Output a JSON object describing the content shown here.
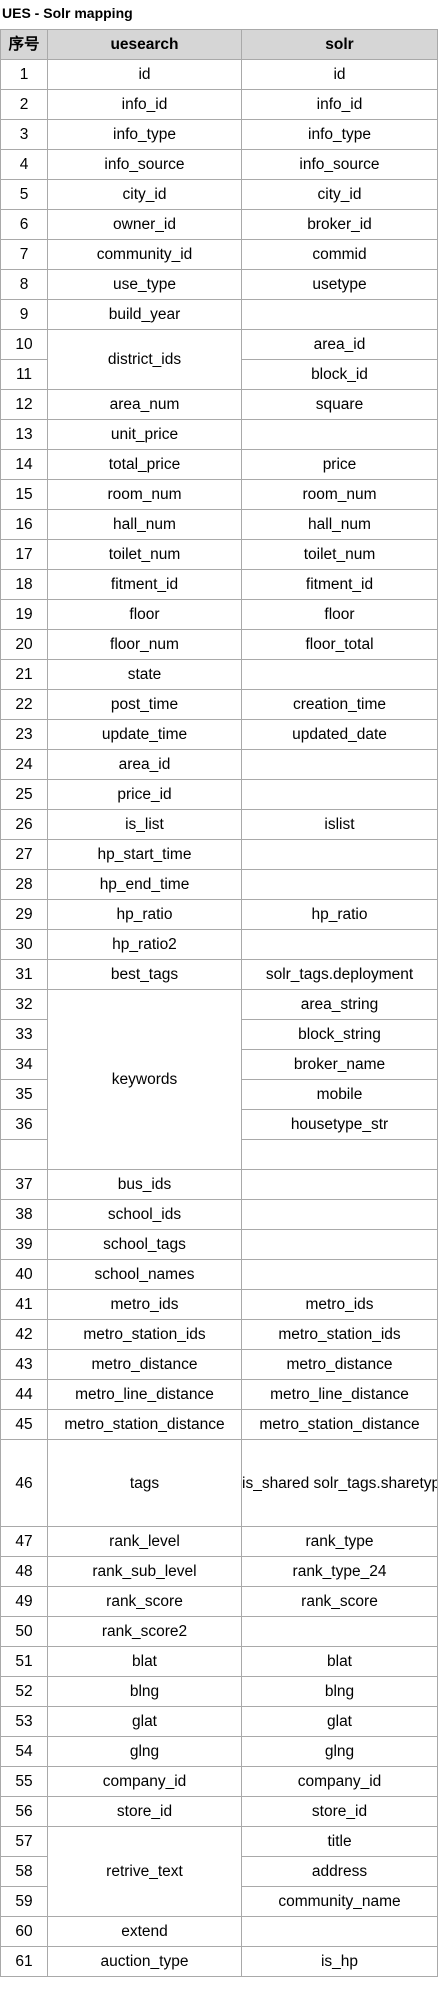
{
  "title": "UES - Solr mapping",
  "headers": [
    "序号",
    "uesearch",
    "solr"
  ],
  "rows": [
    {
      "no": "1",
      "ues": "id",
      "solr": "id"
    },
    {
      "no": "2",
      "ues": "info_id",
      "solr": "info_id"
    },
    {
      "no": "3",
      "ues": "info_type",
      "solr": "info_type"
    },
    {
      "no": "4",
      "ues": "info_source",
      "solr": "info_source"
    },
    {
      "no": "5",
      "ues": "city_id",
      "solr": "city_id"
    },
    {
      "no": "6",
      "ues": "owner_id",
      "solr": "broker_id"
    },
    {
      "no": "7",
      "ues": "community_id",
      "solr": "commid"
    },
    {
      "no": "8",
      "ues": "use_type",
      "solr": "usetype"
    },
    {
      "no": "9",
      "ues": "build_year",
      "solr": ""
    },
    {
      "no": "10",
      "ues": "district_ids",
      "uesRowspan": 2,
      "solr": "area_id"
    },
    {
      "no": "11",
      "solr": "block_id"
    },
    {
      "no": "12",
      "ues": "area_num",
      "solr": "square"
    },
    {
      "no": "13",
      "ues": "unit_price",
      "solr": ""
    },
    {
      "no": "14",
      "ues": "total_price",
      "solr": "price"
    },
    {
      "no": "15",
      "ues": "room_num",
      "solr": "room_num"
    },
    {
      "no": "16",
      "ues": "hall_num",
      "solr": "hall_num"
    },
    {
      "no": "17",
      "ues": "toilet_num",
      "solr": "toilet_num"
    },
    {
      "no": "18",
      "ues": "fitment_id",
      "solr": "fitment_id"
    },
    {
      "no": "19",
      "ues": "floor",
      "solr": "floor"
    },
    {
      "no": "20",
      "ues": "floor_num",
      "solr": "floor_total"
    },
    {
      "no": "21",
      "ues": "state",
      "solr": ""
    },
    {
      "no": "22",
      "ues": "post_time",
      "solr": "creation_time"
    },
    {
      "no": "23",
      "ues": "update_time",
      "solr": "updated_date"
    },
    {
      "no": "24",
      "ues": "area_id",
      "solr": ""
    },
    {
      "no": "25",
      "ues": "price_id",
      "solr": ""
    },
    {
      "no": "26",
      "ues": "is_list",
      "solr": "islist"
    },
    {
      "no": "27",
      "ues": "hp_start_time",
      "solr": ""
    },
    {
      "no": "28",
      "ues": "hp_end_time",
      "solr": ""
    },
    {
      "no": "29",
      "ues": "hp_ratio",
      "solr": "hp_ratio"
    },
    {
      "no": "30",
      "ues": "hp_ratio2",
      "solr": ""
    },
    {
      "no": "31",
      "ues": "best_tags",
      "solr": "solr_tags.deployment"
    },
    {
      "no": "32",
      "ues": "keywords",
      "uesRowspan": 6,
      "solr": "area_string"
    },
    {
      "no": "33",
      "solr": "block_string"
    },
    {
      "no": "34",
      "solr": "broker_name"
    },
    {
      "no": "35",
      "solr": "mobile"
    },
    {
      "no": "36",
      "solr": "housetype_str"
    },
    {
      "no": "",
      "solr": ""
    },
    {
      "no": "37",
      "ues": "bus_ids",
      "solr": ""
    },
    {
      "no": "38",
      "ues": "school_ids",
      "solr": ""
    },
    {
      "no": "39",
      "ues": "school_tags",
      "solr": ""
    },
    {
      "no": "40",
      "ues": "school_names",
      "solr": ""
    },
    {
      "no": "41",
      "ues": "metro_ids",
      "solr": "metro_ids"
    },
    {
      "no": "42",
      "ues": "metro_station_ids",
      "solr": "metro_station_ids"
    },
    {
      "no": "43",
      "ues": "metro_distance",
      "solr": "metro_distance"
    },
    {
      "no": "44",
      "ues": "metro_line_distance",
      "solr": "metro_line_distance"
    },
    {
      "no": "45",
      "ues": "metro_station_distance",
      "solr": "metro_station_distance"
    },
    {
      "no": "46",
      "ues": "tags",
      "solr": "is_shared\nsolr_tags.sharetype\nsolr_tags.sharesex\nsolr_tags.towards",
      "tall": true
    },
    {
      "no": "47",
      "ues": "rank_level",
      "solr": "rank_type"
    },
    {
      "no": "48",
      "ues": "rank_sub_level",
      "solr": "rank_type_24"
    },
    {
      "no": "49",
      "ues": "rank_score",
      "solr": "rank_score"
    },
    {
      "no": "50",
      "ues": "rank_score2",
      "solr": ""
    },
    {
      "no": "51",
      "ues": "blat",
      "solr": "blat"
    },
    {
      "no": "52",
      "ues": "blng",
      "solr": "blng"
    },
    {
      "no": "53",
      "ues": "glat",
      "solr": "glat"
    },
    {
      "no": "54",
      "ues": "glng",
      "solr": "glng"
    },
    {
      "no": "55",
      "ues": "company_id",
      "solr": "company_id"
    },
    {
      "no": "56",
      "ues": "store_id",
      "solr": "store_id"
    },
    {
      "no": "57",
      "ues": "retrive_text",
      "uesRowspan": 3,
      "solr": "title"
    },
    {
      "no": "58",
      "solr": "address"
    },
    {
      "no": "59",
      "solr": "community_name"
    },
    {
      "no": "60",
      "ues": "extend",
      "solr": ""
    },
    {
      "no": "61",
      "ues": "auction_type",
      "solr": "is_hp"
    }
  ]
}
